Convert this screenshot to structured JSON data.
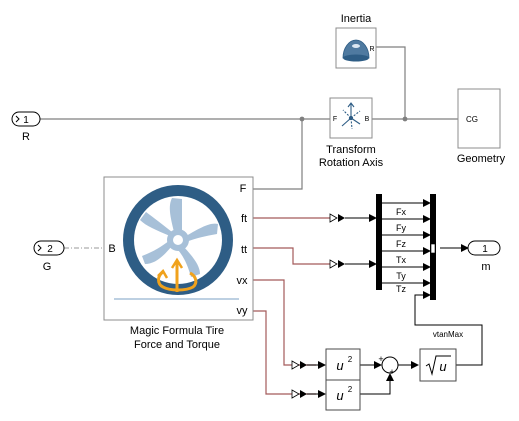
{
  "ports": {
    "R": {
      "number": "1",
      "label": "R"
    },
    "G": {
      "number": "2",
      "label": "G"
    },
    "m": {
      "number": "1",
      "label": "m"
    }
  },
  "blocks": {
    "inertia": {
      "title": "Inertia",
      "port": "R"
    },
    "transform": {
      "title_line1": "Transform",
      "title_line2": "Rotation Axis",
      "port_f": "F",
      "port_b": "B"
    },
    "geometry": {
      "title": "Geometry",
      "port": "CG"
    },
    "tire": {
      "title_line1": "Magic Formula Tire",
      "title_line2": "Force and Torque",
      "ports_out": [
        "F",
        "ft",
        "tt",
        "vx",
        "vy"
      ],
      "port_in": "B"
    },
    "bus_creator": {
      "signals": [
        "Fx",
        "Fy",
        "Fz",
        "Tx",
        "Ty",
        "Tz"
      ]
    },
    "square1": {
      "base": "u",
      "exp": "2"
    },
    "square2": {
      "base": "u",
      "exp": "2"
    },
    "sum": {
      "sign1": "+",
      "sign2": "+"
    },
    "sqrt": {
      "expr": "u"
    },
    "vtanmax": {
      "label": "vtanMax"
    }
  },
  "colors": {
    "tire_dark": "#2e5d85",
    "tire_light": "#a7c0d8",
    "arrow_orange": "#f0a21c",
    "physical_line": "#7f7f7f",
    "signal_red": "#a45a5a"
  }
}
